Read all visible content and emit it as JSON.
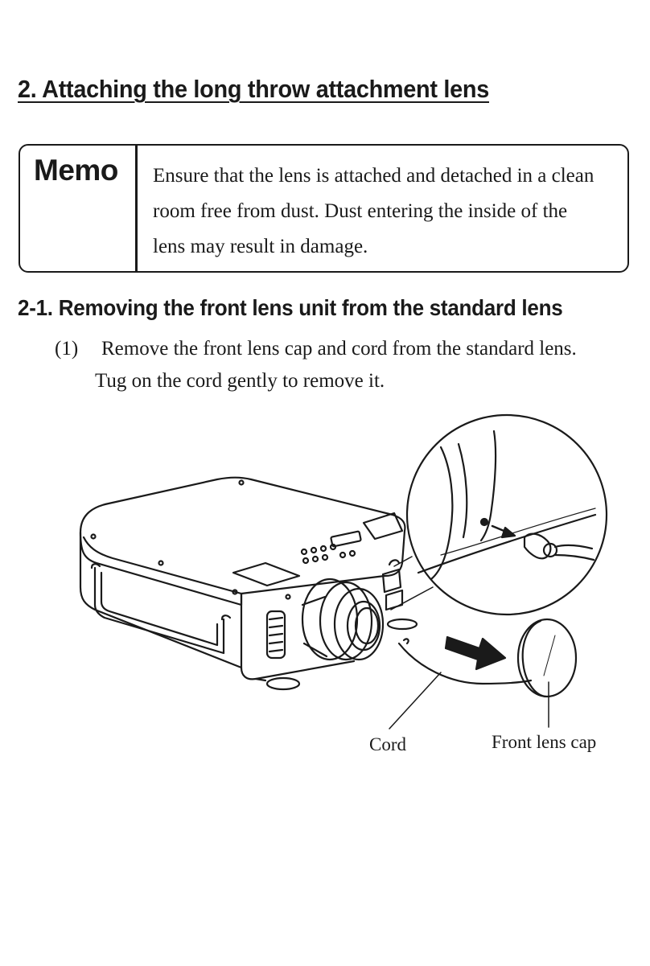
{
  "page": {
    "title": "2. Attaching the long throw attachment lens"
  },
  "memo": {
    "label": "Memo",
    "lines": [
      "Ensure that the lens is attached and detached in a clean",
      "room free from dust. Dust entering the inside of the",
      "lens may result in damage."
    ]
  },
  "section": {
    "heading": "2-1. Removing the front lens unit from the standard lens",
    "steps": [
      {
        "number": "(1)",
        "line1": "Remove the front lens cap and cord from the standard lens.",
        "line2": "Tug on the cord gently to remove it."
      }
    ]
  },
  "figure": {
    "callouts": {
      "cord": "Cord",
      "front_lens_cap": "Front lens cap"
    }
  }
}
